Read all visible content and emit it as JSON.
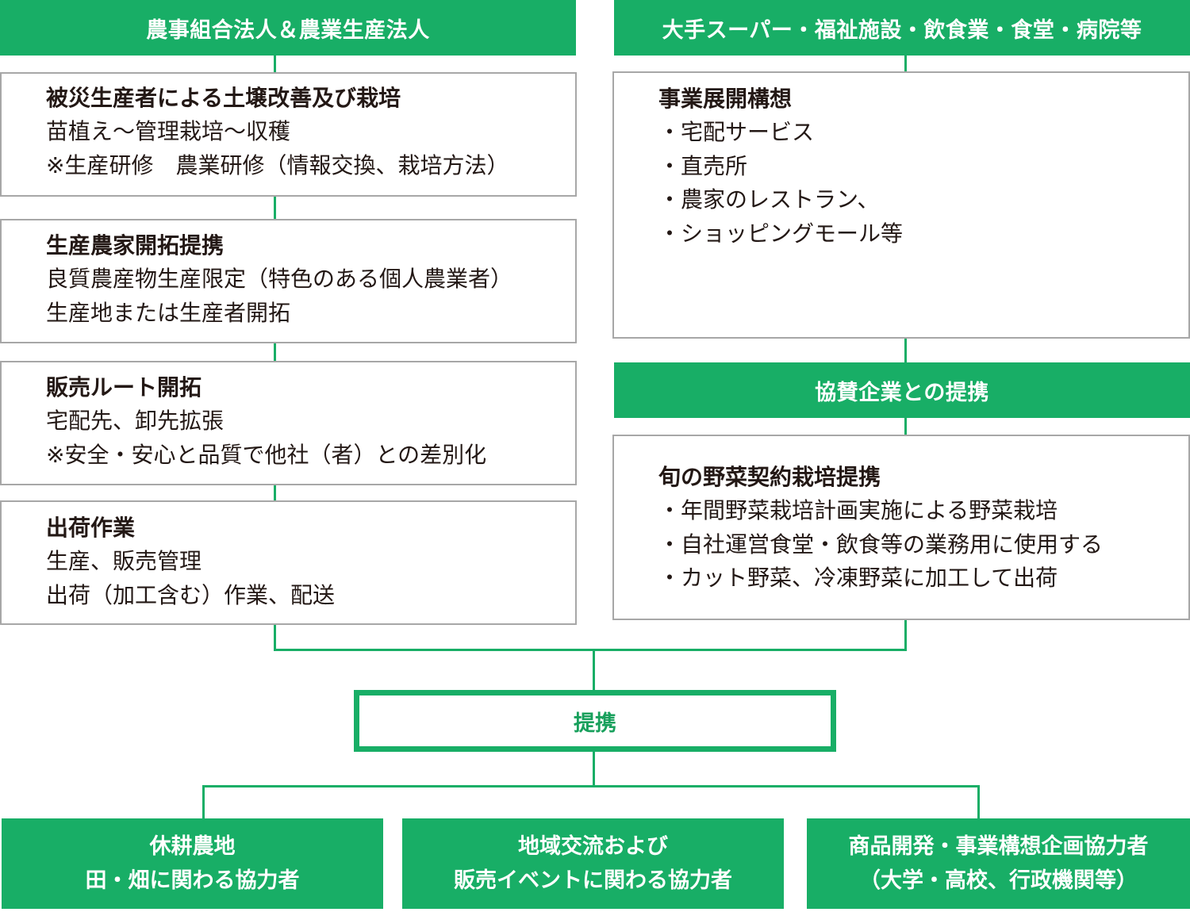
{
  "left_column": {
    "header": "農事組合法人＆農業生産法人",
    "boxes": [
      {
        "title": "被災生産者による土壌改善及び栽培",
        "lines": [
          "苗植え〜管理栽培〜収穫",
          "※生産研修　農業研修（情報交換、栽培方法）"
        ]
      },
      {
        "title": "生産農家開拓提携",
        "lines": [
          "良質農産物生産限定（特色のある個人農業者）",
          "生産地または生産者開拓"
        ]
      },
      {
        "title": "販売ルート開拓",
        "lines": [
          "宅配先、卸先拡張",
          "※安全・安心と品質で他社（者）との差別化"
        ]
      },
      {
        "title": "出荷作業",
        "lines": [
          "生産、販売管理",
          "出荷（加工含む）作業、配送"
        ]
      }
    ]
  },
  "right_column": {
    "header": "大手スーパー・福祉施設・飲食業・食堂・病院等",
    "business_box": {
      "title": "事業展開構想",
      "lines": [
        "・宅配サービス",
        "・直売所",
        "・農家のレストラン、",
        "・ショッピングモール等"
      ]
    },
    "sponsor_header": "協賛企業との提携",
    "sponsor_box": {
      "title": "旬の野菜契約栽培提携",
      "lines": [
        "・年間野菜栽培計画実施による野菜栽培",
        "・自社運営食堂・飲食等の業務用に使用する",
        "・カット野菜、冷凍野菜に加工して出荷"
      ]
    }
  },
  "center": {
    "partnership_label": "提携"
  },
  "bottom_boxes": [
    {
      "lines": [
        "休耕農地",
        "田・畑に関わる協力者"
      ]
    },
    {
      "lines": [
        "地域交流および",
        "販売イベントに関わる協力者"
      ]
    },
    {
      "lines": [
        "商品開発・事業構想企画協力者",
        "（大学・高校、行政機関等）"
      ]
    }
  ],
  "colors": {
    "accent_green": "#18ae66",
    "box_border": "#a7a7a7",
    "text": "#231815"
  }
}
